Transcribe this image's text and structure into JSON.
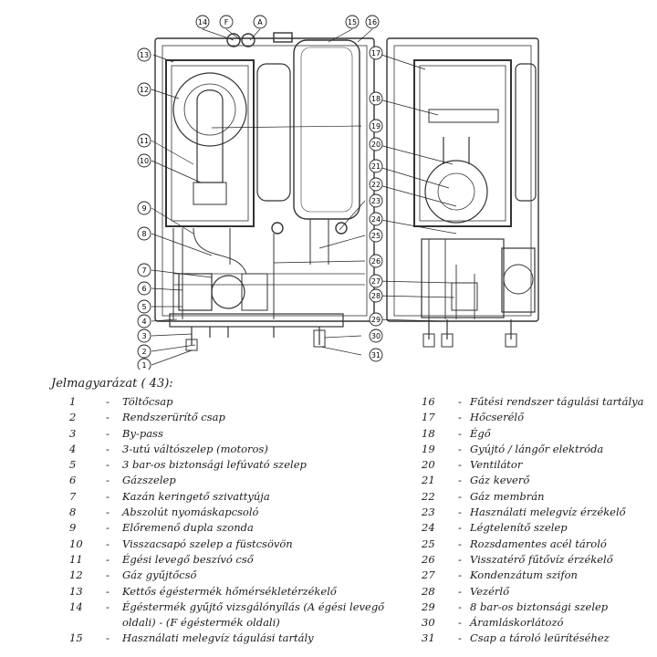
{
  "legend_title": "Jelmagyarázat ( 43):",
  "dash": "-",
  "callout_labels": [
    "14",
    "F",
    "A",
    "15",
    "16",
    "13",
    "17",
    "12",
    "18",
    "19",
    "11",
    "20",
    "10",
    "21",
    "22",
    "9",
    "23",
    "24",
    "8",
    "25",
    "26",
    "7",
    "27",
    "6",
    "28",
    "5",
    "4",
    "29",
    "3",
    "30",
    "2",
    "31",
    "1"
  ],
  "legend_left": [
    {
      "num": "1",
      "text": "Töltőcsap"
    },
    {
      "num": "2",
      "text": "Rendszerürítő csap"
    },
    {
      "num": "3",
      "text": "By-pass"
    },
    {
      "num": "4",
      "text": "3-utú váltószelep (motoros)"
    },
    {
      "num": "5",
      "text": "3 bar-os biztonsági lefúvató szelep"
    },
    {
      "num": "6",
      "text": "Gázszelep"
    },
    {
      "num": "7",
      "text": "Kazán keringető szivattyúja"
    },
    {
      "num": "8",
      "text": "Abszolút nyomáskapcsoló"
    },
    {
      "num": "9",
      "text": "Előremenő dupla szonda"
    },
    {
      "num": "10",
      "text": "Visszacsapó szelep a füstcsövön"
    },
    {
      "num": "11",
      "text": "Égési levegő beszívó cső"
    },
    {
      "num": "12",
      "text": "Gáz gyűjtőcső"
    },
    {
      "num": "13",
      "text": "Kettős égéstermék hőmérsékletérzékelő"
    },
    {
      "num": "14",
      "text": "Égéstermék gyűjtő vizsgálónyílás (A égési levegő oldali) - (F égéstermék oldali)"
    },
    {
      "num": "15",
      "text": "Használati melegvíz tágulási tartály"
    }
  ],
  "legend_right": [
    {
      "num": "16",
      "text": "Fűtési rendszer tágulási tartálya"
    },
    {
      "num": "17",
      "text": "Hőcserélő"
    },
    {
      "num": "18",
      "text": "Égő"
    },
    {
      "num": "19",
      "text": "Gyújtó / lángőr elektróda"
    },
    {
      "num": "20",
      "text": "Ventilátor"
    },
    {
      "num": "21",
      "text": "Gáz keverő"
    },
    {
      "num": "22",
      "text": "Gáz membrán"
    },
    {
      "num": "23",
      "text": "Használati melegvíz érzékelő"
    },
    {
      "num": "24",
      "text": "Légtelenítő szelep"
    },
    {
      "num": "25",
      "text": "Rozsdamentes acél tároló"
    },
    {
      "num": "26",
      "text": "Visszatérő fűtővíz érzékelő"
    },
    {
      "num": "27",
      "text": "Kondenzátum szifon"
    },
    {
      "num": "28",
      "text": "Vezérlő"
    },
    {
      "num": "29",
      "text": "8 bar-os biztonsági szelep"
    },
    {
      "num": "30",
      "text": "Áramláskorlátozó"
    },
    {
      "num": "31",
      "text": "Csap a tároló leürítéséhez"
    }
  ]
}
